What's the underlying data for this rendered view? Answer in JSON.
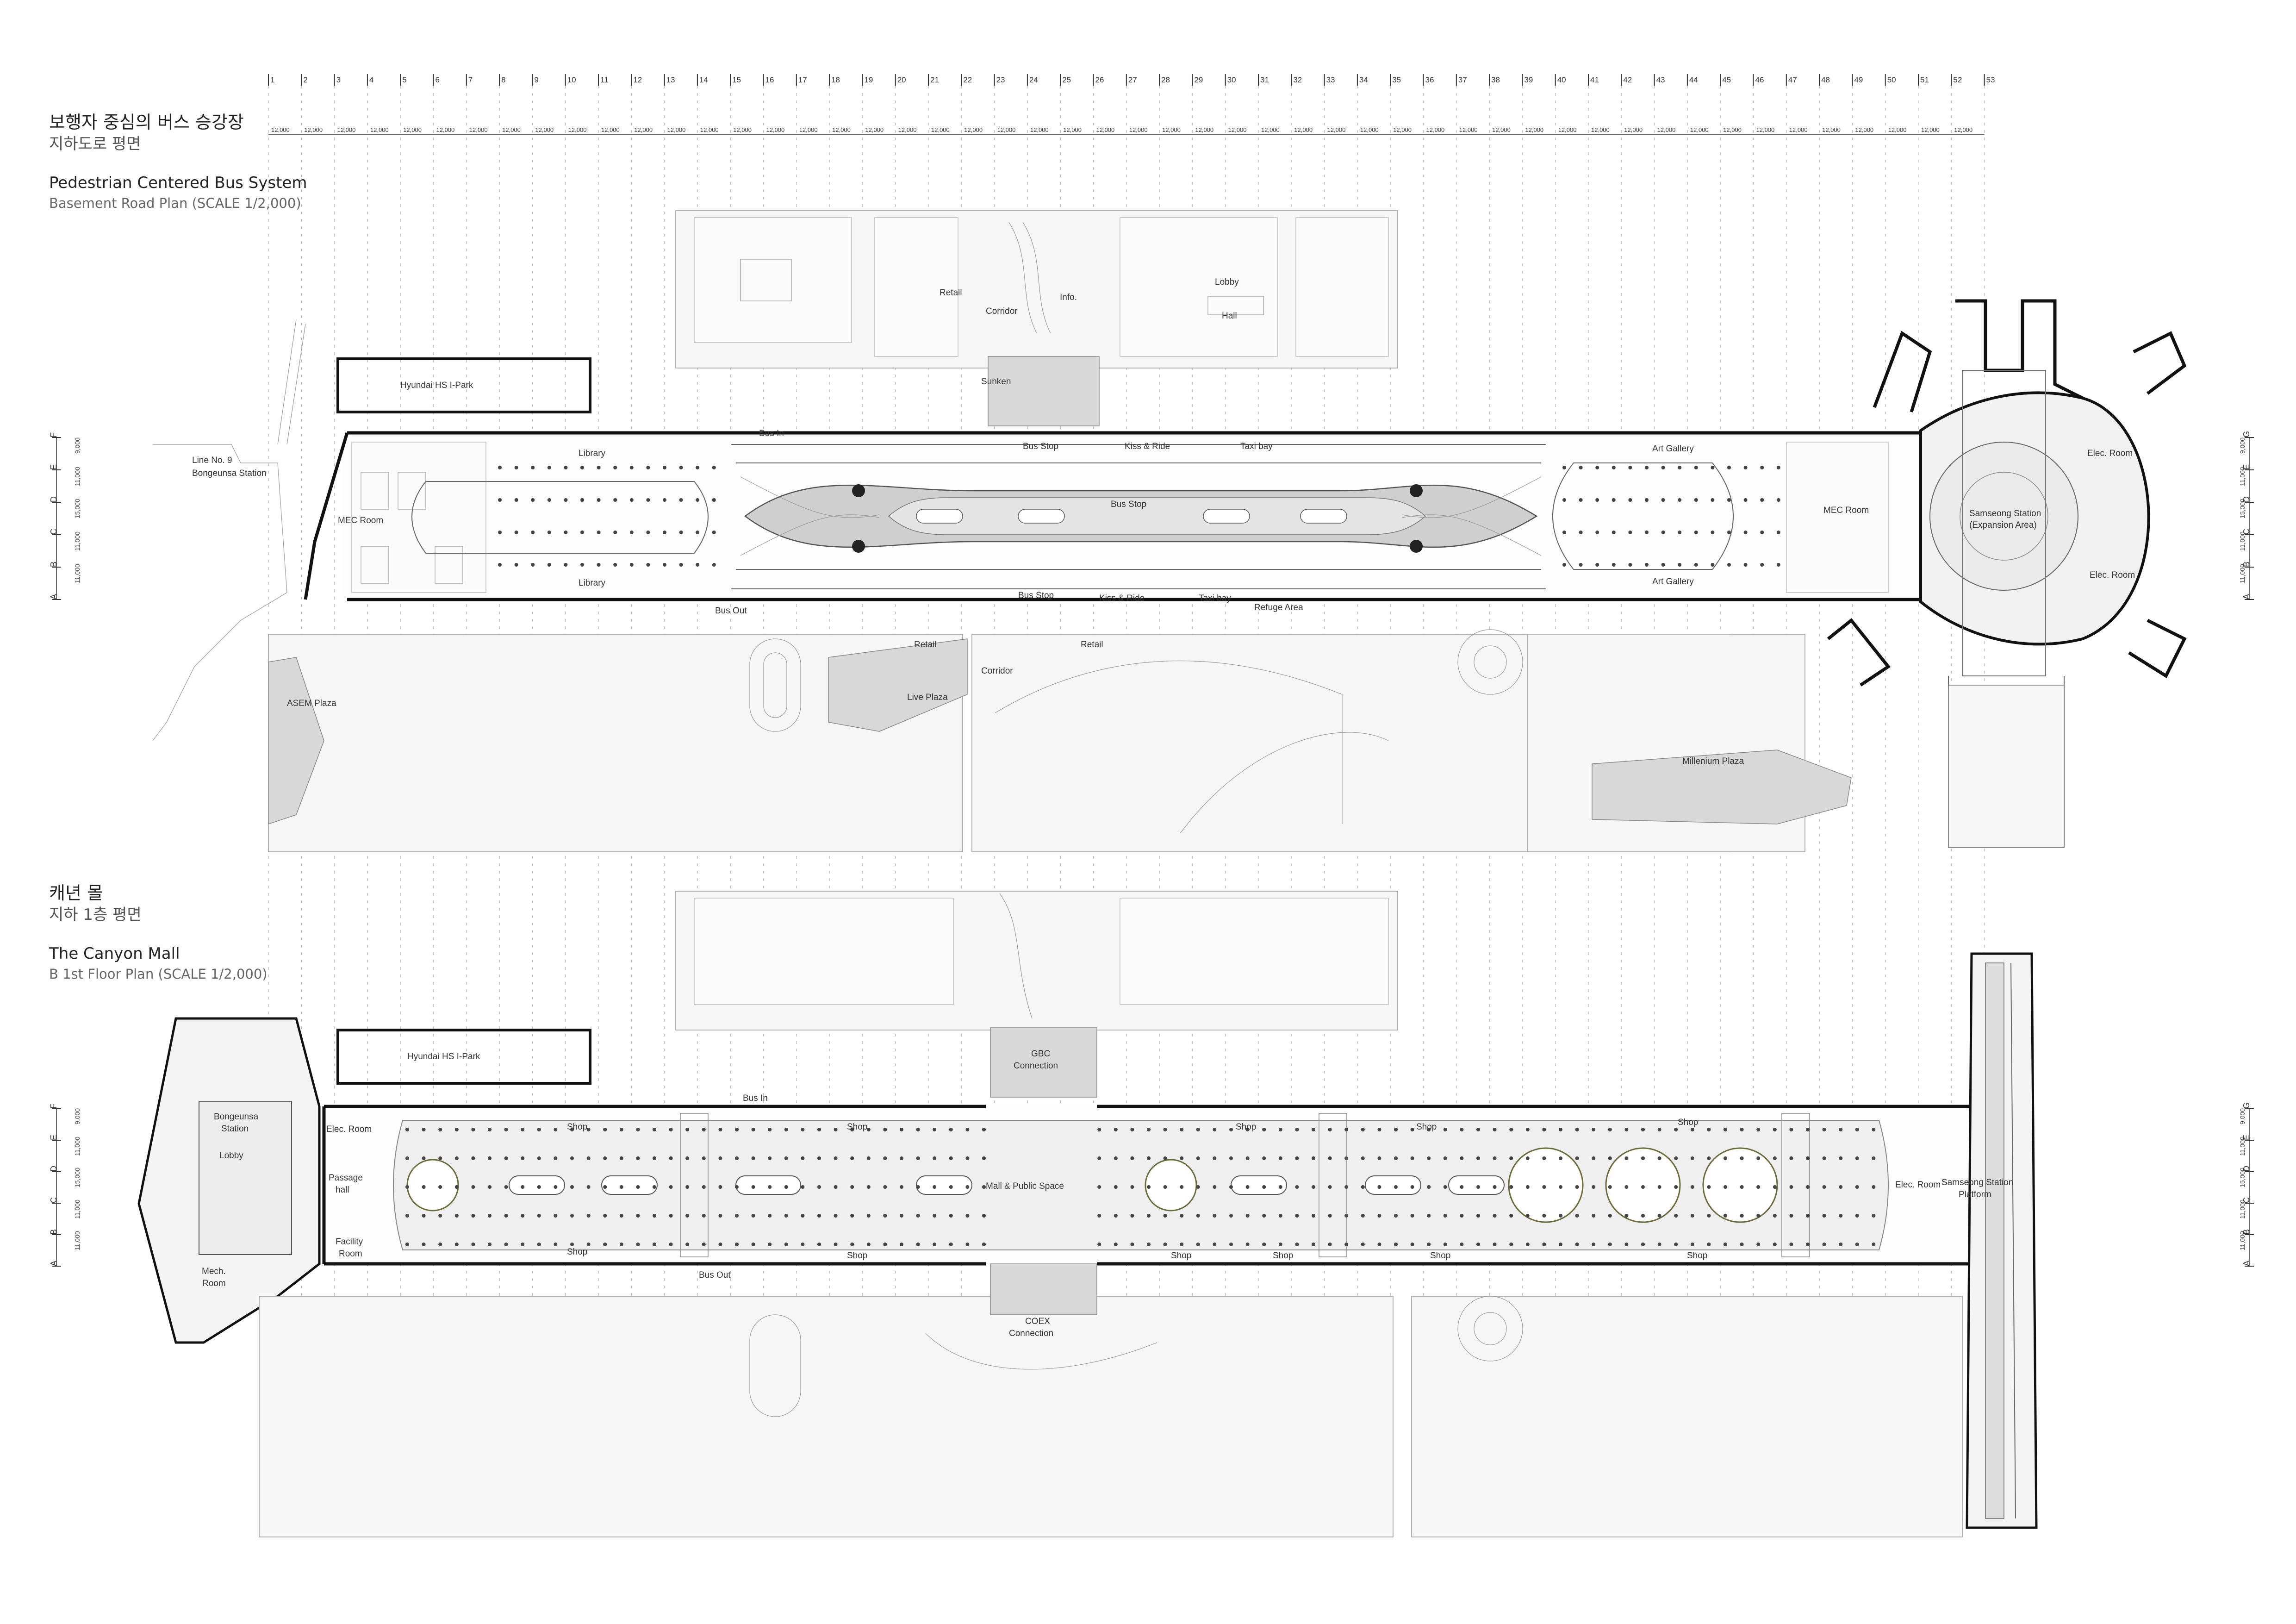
{
  "sheet": {
    "grid_numbers": [
      "1",
      "2",
      "3",
      "4",
      "5",
      "6",
      "7",
      "8",
      "9",
      "10",
      "11",
      "12",
      "13",
      "14",
      "15",
      "16",
      "17",
      "18",
      "19",
      "20",
      "21",
      "22",
      "23",
      "24",
      "25",
      "26",
      "27",
      "28",
      "29",
      "30",
      "31",
      "32",
      "33",
      "34",
      "35",
      "36",
      "37",
      "38",
      "39",
      "40",
      "41",
      "42",
      "43",
      "44",
      "45",
      "46",
      "47",
      "48",
      "49",
      "50",
      "51",
      "52",
      "53"
    ],
    "bay_dimension": "12,000",
    "colors": {
      "wall": "#111111",
      "context": "#f6f6f6",
      "plaza": "#d8d8d8",
      "grid": "#bdbdbd"
    }
  },
  "plan_top": {
    "title_ko": "보행자 중심의 버스 승강장",
    "subtitle_ko": "지하도로 평면",
    "title_en": "Pedestrian Centered Bus System",
    "subtitle_en": "Basement Road Plan (SCALE 1/2,000)",
    "rows": [
      "F",
      "E",
      "D",
      "C",
      "B",
      "A"
    ],
    "right_rows": [
      "G",
      "E",
      "D",
      "C",
      "B",
      "A"
    ],
    "row_dims": [
      "9,000",
      "11,000",
      "15,000",
      "11,000",
      "11,000"
    ],
    "labels": {
      "retail_north": "Retail",
      "corridor_north": "Corridor",
      "info": "Info.",
      "lobby": "Lobby",
      "hall": "Hall",
      "sunken": "Sunken",
      "hyundai": "Hyundai HS I-Park",
      "line9": "Line No. 9",
      "bongeunsa": "Bongeunsa Station",
      "mec_room_west": "MEC Room",
      "library_top": "Library",
      "library_bottom": "Library",
      "bus_in": "Bus In",
      "bus_out": "Bus Out",
      "bus_stop_top": "Bus Stop",
      "kiss_ride_top": "Kiss & Ride",
      "taxi_bay_top": "Taxi bay",
      "bus_stop_center": "Bus Stop",
      "bus_stop_bottom": "Bus Stop",
      "kiss_ride_bottom": "Kiss & Ride",
      "taxi_bay_bottom": "Taxi bay",
      "refuge_area": "Refuge Area",
      "art_gallery_top": "Art Gallery",
      "art_gallery_bottom": "Art Gallery",
      "mec_room_east": "MEC Room",
      "samseong_line1": "Samseong Station",
      "samseong_line2": "(Expansion Area)",
      "elec_room_top": "Elec. Room",
      "elec_room_bottom": "Elec. Room",
      "retail_south_1": "Retail",
      "retail_south_2": "Retail",
      "corridor_south": "Corridor",
      "live_plaza": "Live Plaza",
      "asem_plaza": "ASEM Plaza",
      "millenium_plaza": "Millenium Plaza"
    }
  },
  "plan_bottom": {
    "title_ko": "캐년 몰",
    "subtitle_ko": "지하 1층 평면",
    "title_en": "The Canyon Mall",
    "subtitle_en": "B 1st Floor Plan (SCALE 1/2,000)",
    "labels": {
      "hyundai": "Hyundai HS I-Park",
      "gbc_1": "GBC",
      "gbc_2": "Connection",
      "bus_in": "Bus In",
      "bus_out": "Bus Out",
      "bongeunsa_1": "Bongeunsa",
      "bongeunsa_2": "Station",
      "lobby": "Lobby",
      "elec_room_west": "Elec. Room",
      "passage_1": "Passage",
      "passage_2": "hall",
      "facility_1": "Facility",
      "facility_2": "Room",
      "mech_1": "Mech.",
      "mech_2": "Room",
      "mall_public": "Mall & Public Space",
      "shop": "Shop",
      "elec_room_east": "Elec. Room",
      "samseong_1": "Samseong Station",
      "samseong_2": "Platform",
      "coex_1": "COEX",
      "coex_2": "Connection"
    }
  }
}
